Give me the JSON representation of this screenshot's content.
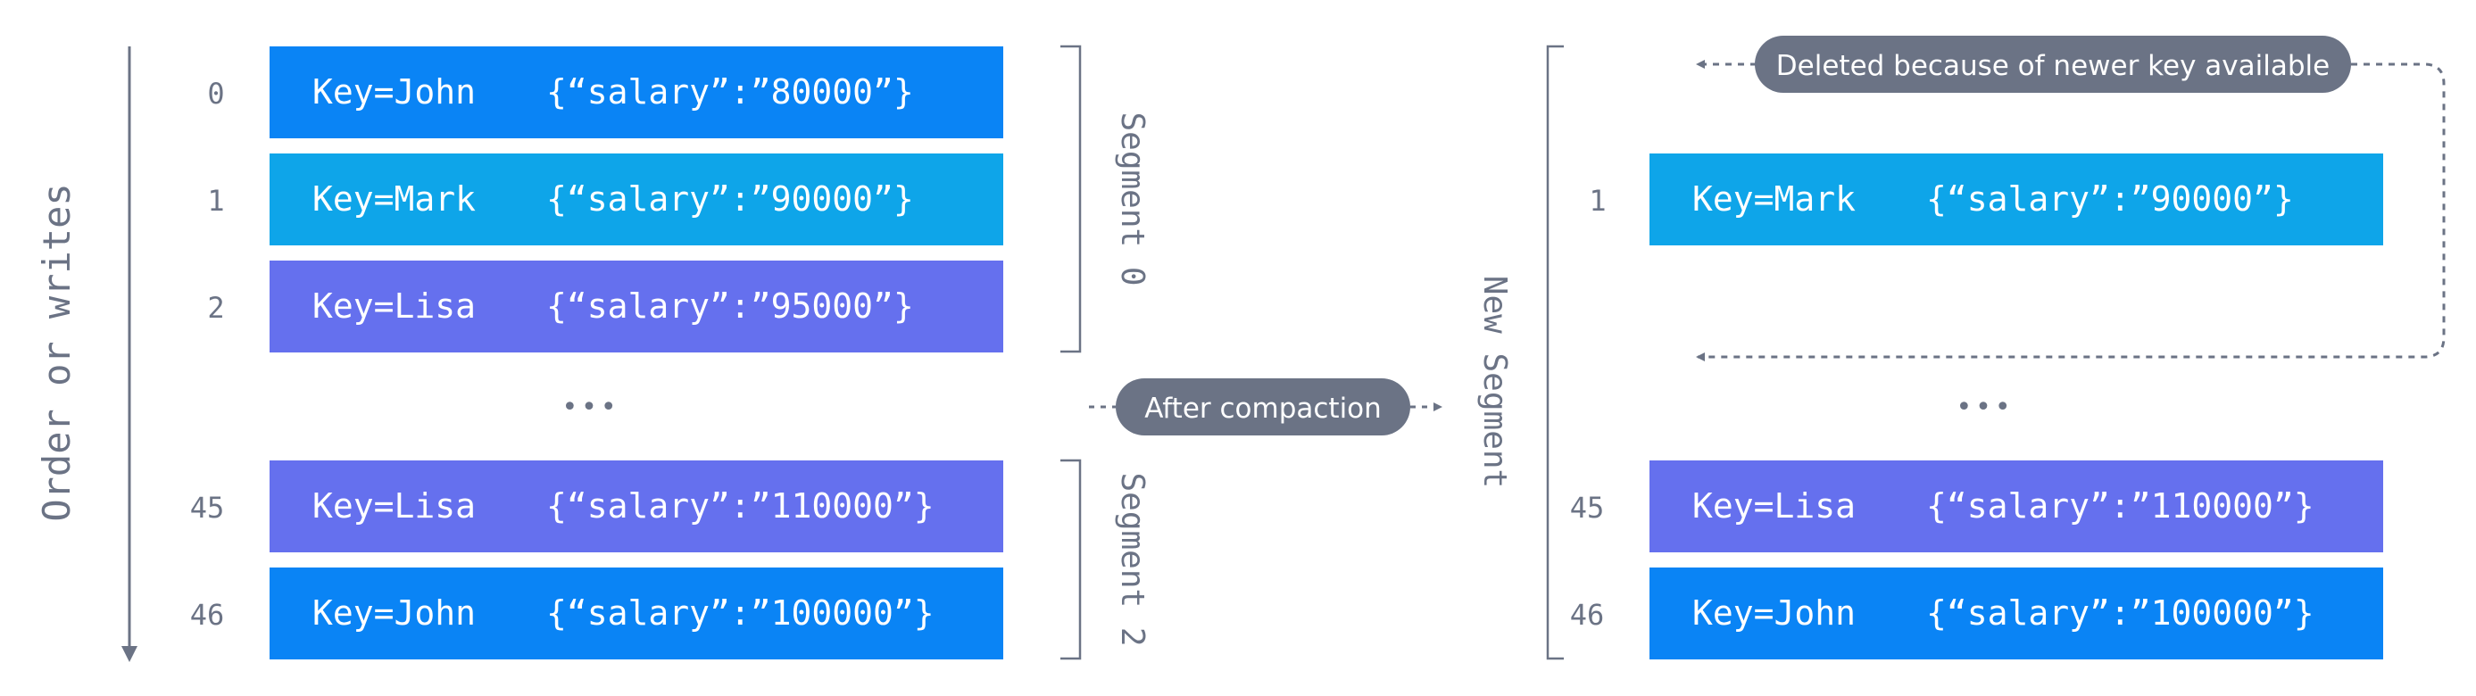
{
  "axis_label": "Order or writes",
  "colors": {
    "blue": "#0a84f5",
    "cyan": "#0ea5e9",
    "indigo": "#6570ee",
    "gray": "#6b7385",
    "pill": "#6b7385",
    "text_light": "#ffffff"
  },
  "left": {
    "rows": [
      {
        "index": "0",
        "key": "Key=John",
        "value": "{“salary”:”80000”}",
        "color": "blue"
      },
      {
        "index": "1",
        "key": "Key=Mark",
        "value": "{“salary”:”90000”}",
        "color": "cyan"
      },
      {
        "index": "2",
        "key": "Key=Lisa",
        "value": "{“salary”:”95000”}",
        "color": "indigo"
      },
      {
        "index": "45",
        "key": "Key=Lisa",
        "value": "{“salary”:”110000”}",
        "color": "indigo"
      },
      {
        "index": "46",
        "key": "Key=John",
        "value": "{“salary”:”100000”}",
        "color": "blue"
      }
    ],
    "ellipsis": "•••",
    "segments": [
      "Segment 0",
      "Segment 2"
    ]
  },
  "middle": {
    "label": "After compaction"
  },
  "right": {
    "segment_label": "New Segment",
    "note": "Deleted because of newer key available",
    "rows": [
      {
        "index": "1",
        "key": "Key=Mark",
        "value": "{“salary”:”90000”}",
        "color": "cyan"
      },
      {
        "index": "45",
        "key": "Key=Lisa",
        "value": "{“salary”:”110000”}",
        "color": "indigo"
      },
      {
        "index": "46",
        "key": "Key=John",
        "value": "{“salary”:”100000”}",
        "color": "blue"
      }
    ],
    "ellipsis": "•••"
  }
}
